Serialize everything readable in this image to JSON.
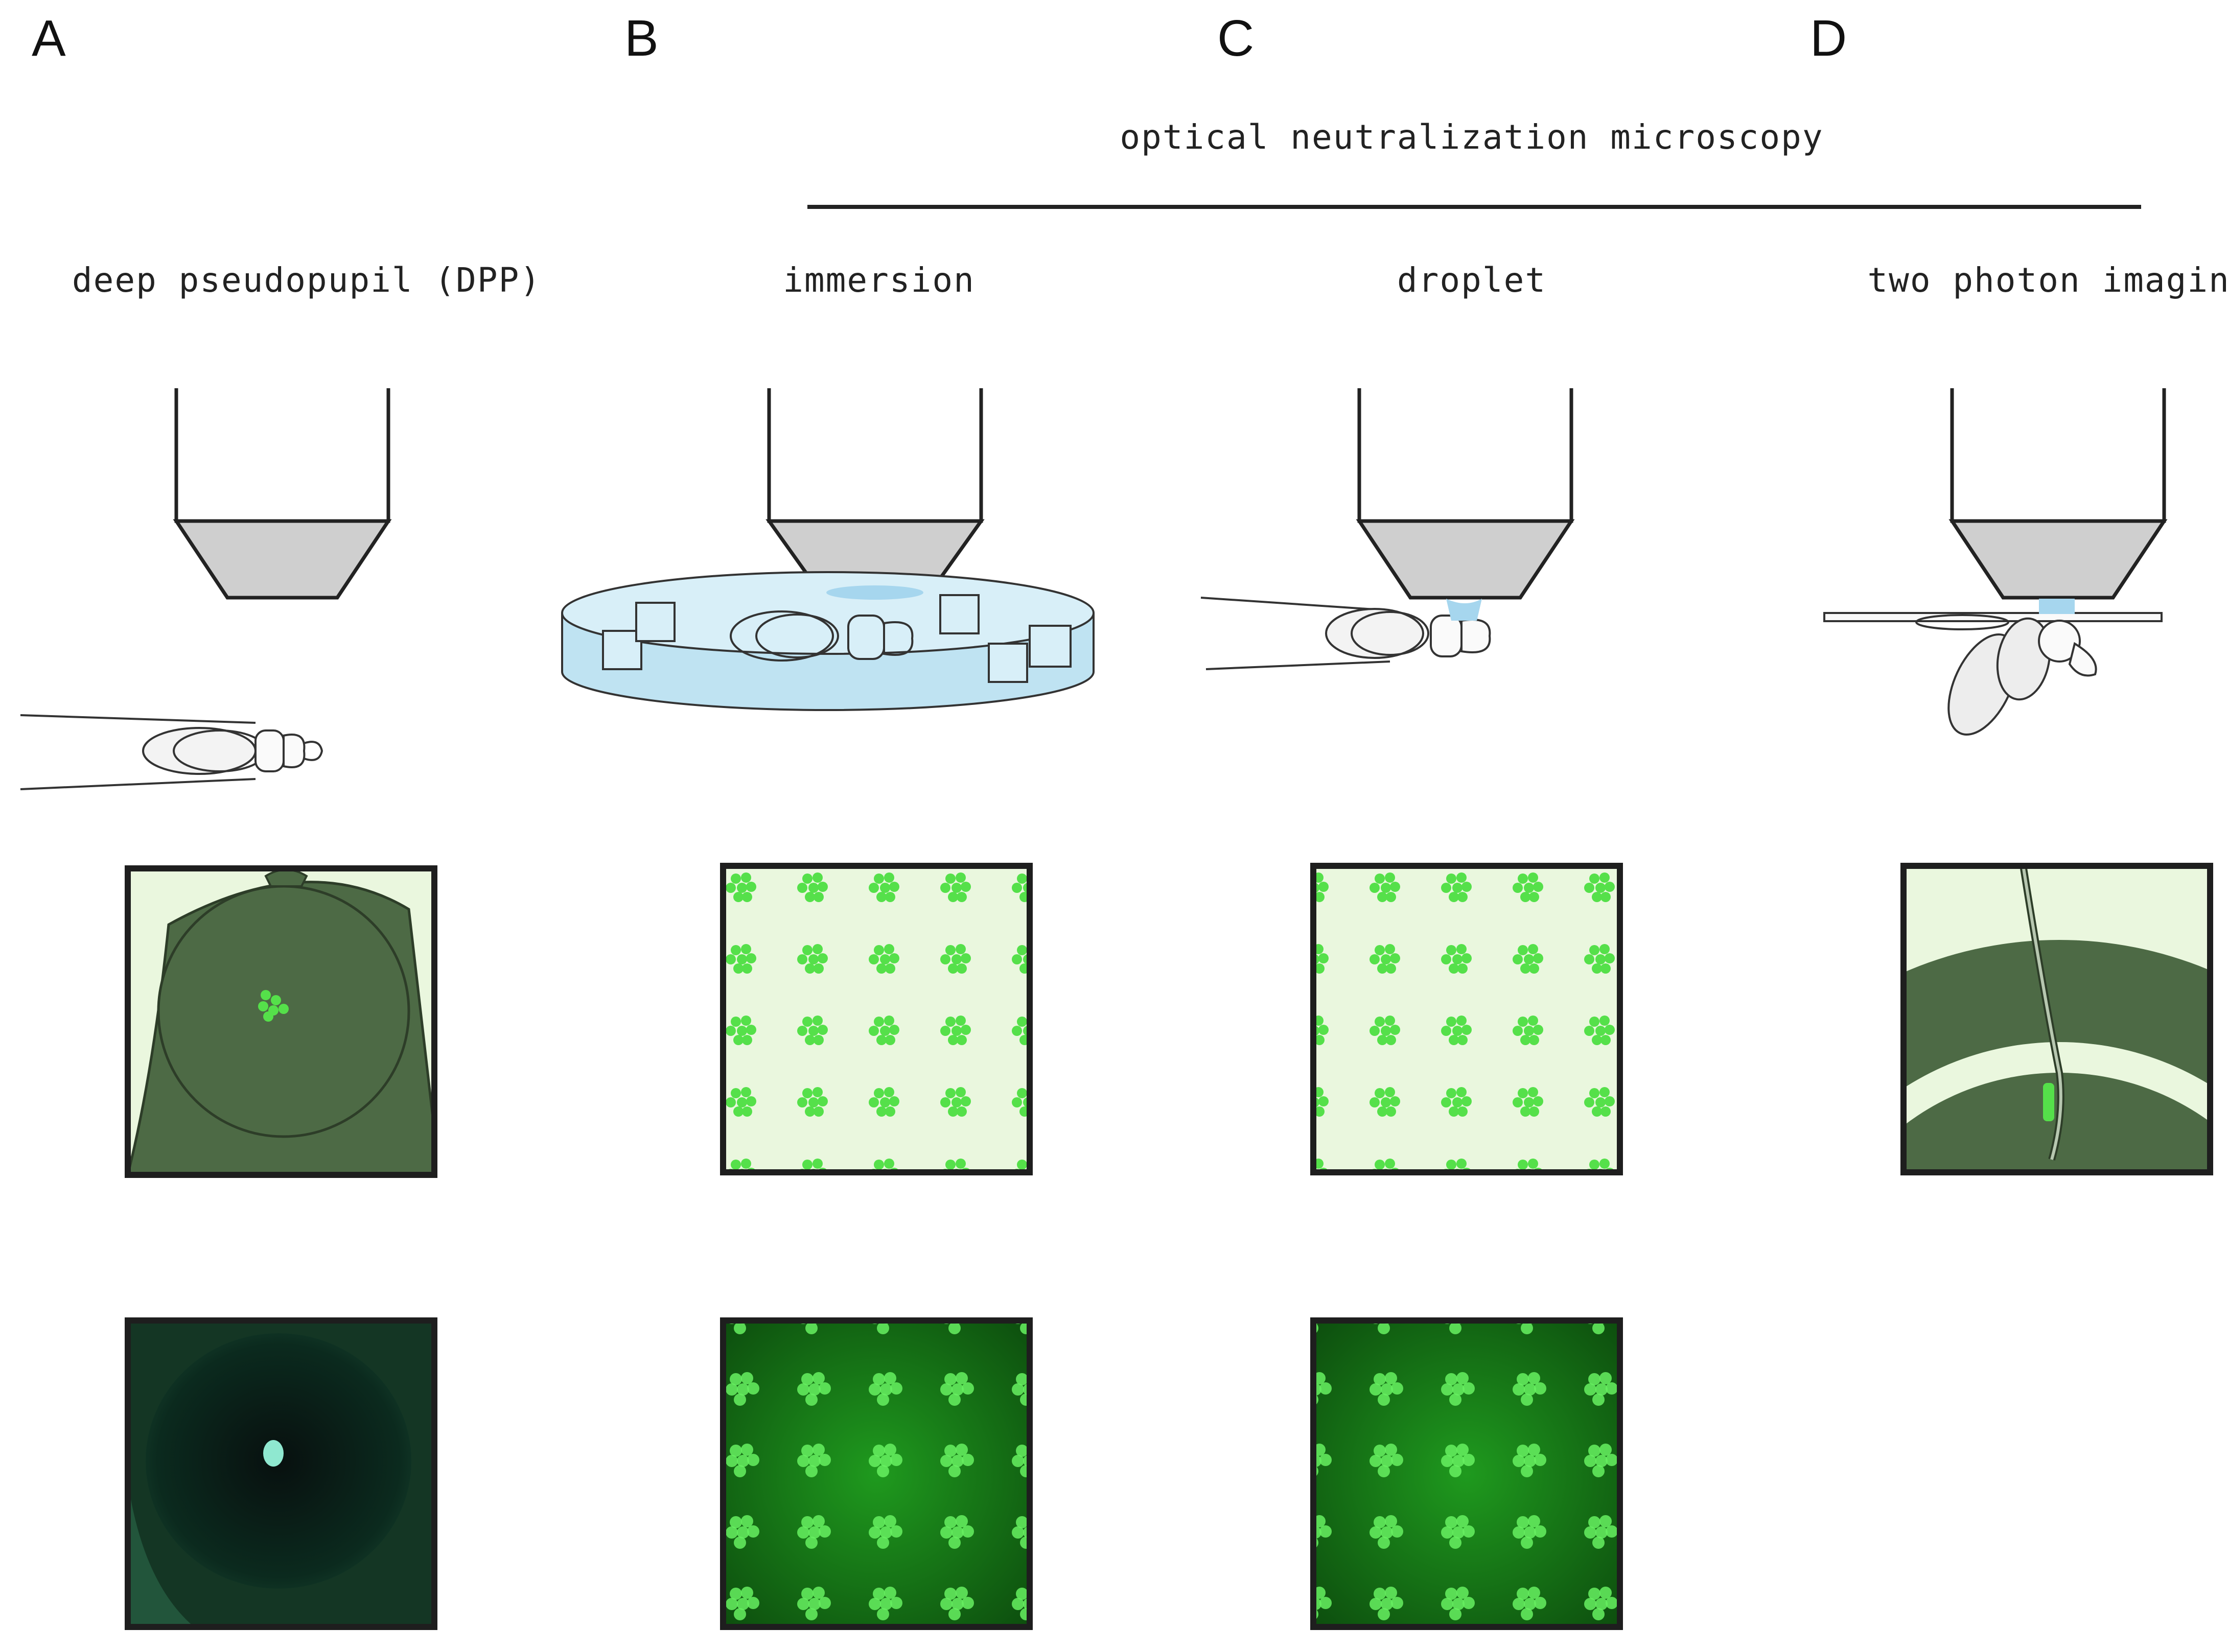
{
  "panels": [
    {
      "letter": "A",
      "method": "deep pseudopupil (DPP)"
    },
    {
      "letter": "B",
      "method": "immersion"
    },
    {
      "letter": "C",
      "method": "droplet"
    },
    {
      "letter": "D",
      "method": "two photon imaging"
    }
  ],
  "group_label": "optical neutralization microscopy",
  "colors": {
    "objective_fill": "#cfcfcf",
    "immersion_water": "#bfe3f2",
    "eye_dark": "#4d6a45",
    "eye_bg": "#eaf7de",
    "rhabdomere_green": "#55e04a",
    "micrograph_dark": "#06140e",
    "micrograph_green": "#1f8d1a"
  }
}
